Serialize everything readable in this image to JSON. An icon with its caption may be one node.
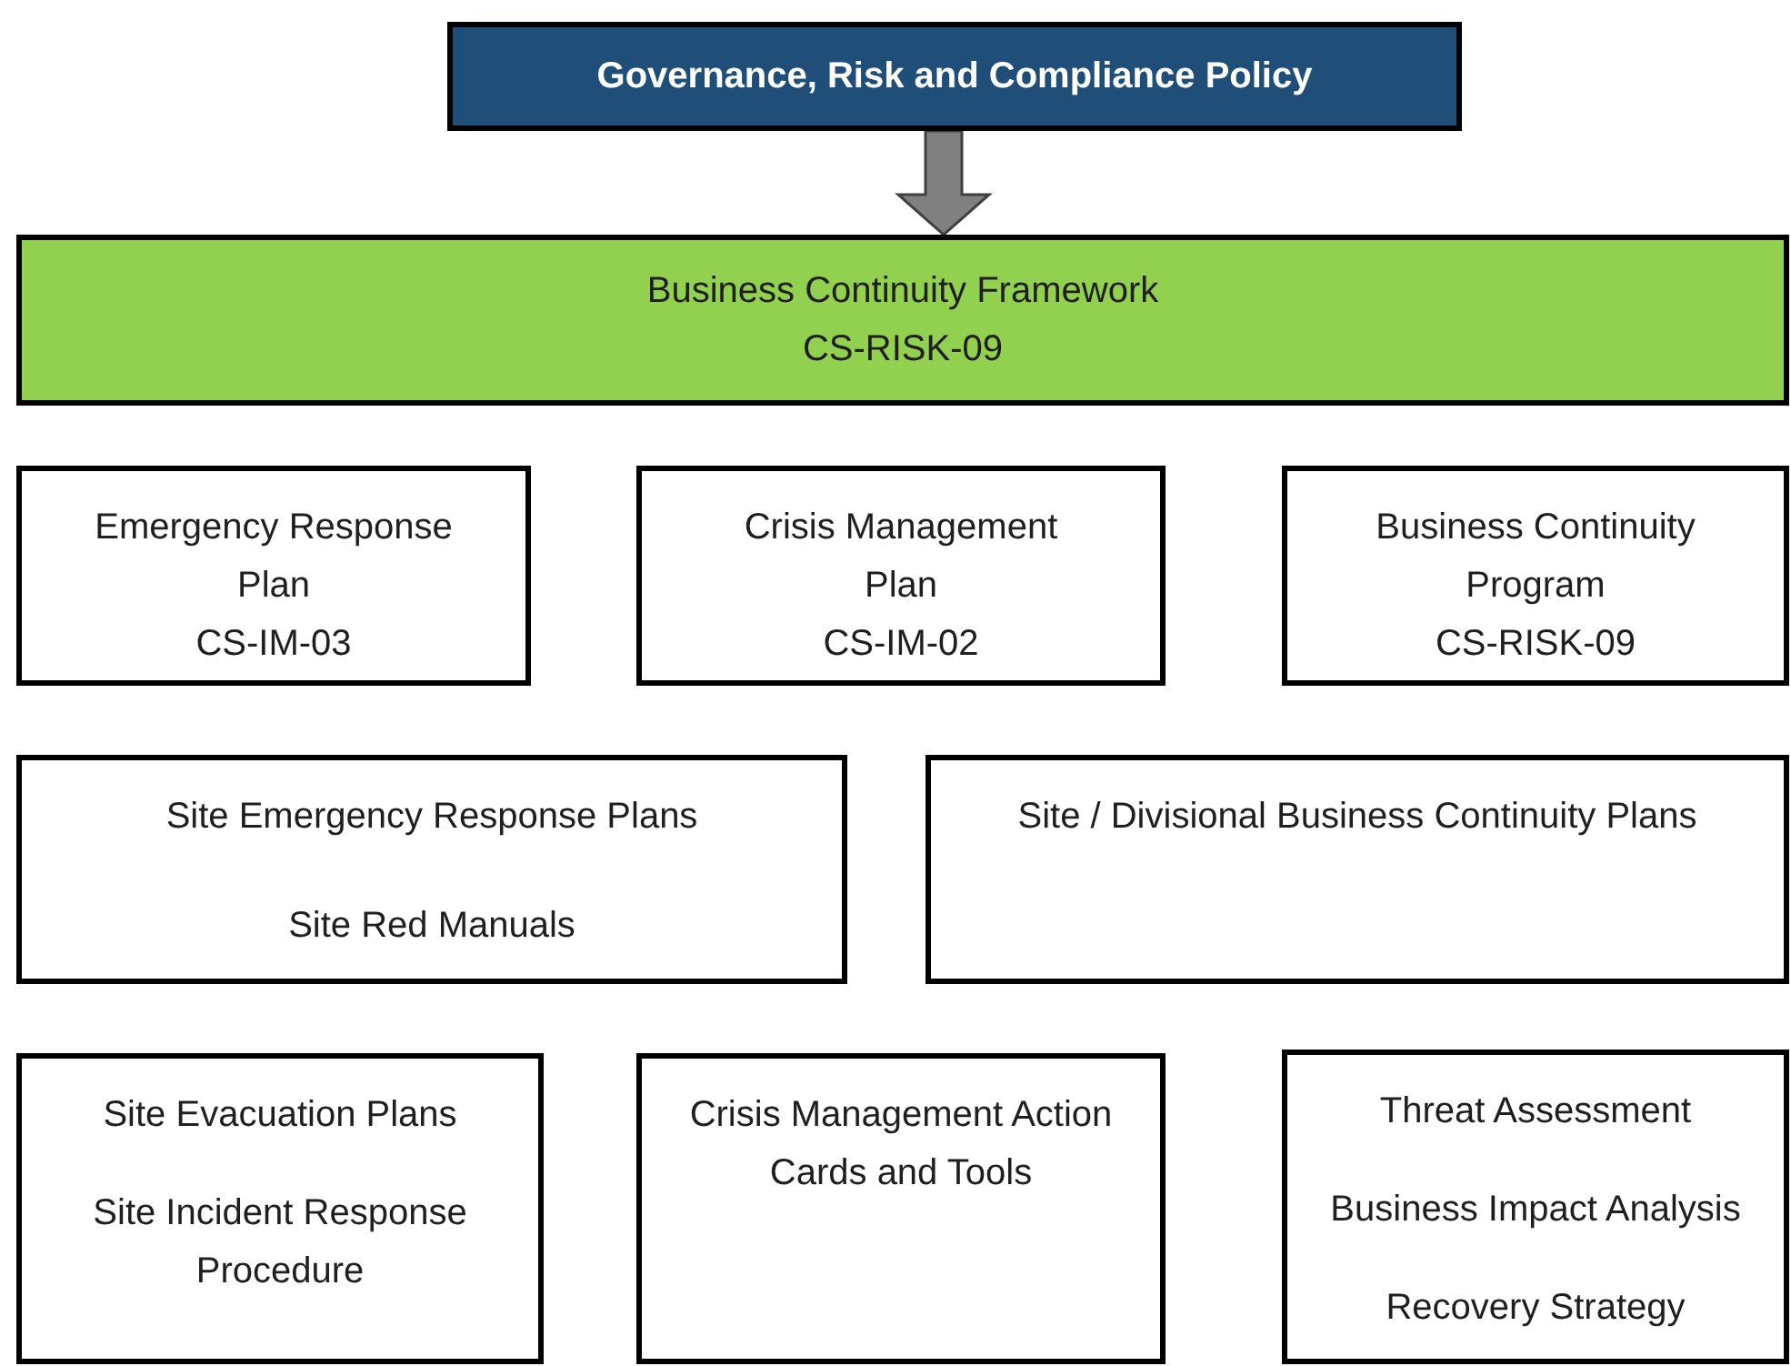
{
  "diagram": {
    "nodes": [
      {
        "text": [
          "Governance, Risk and Compliance Policy"
        ]
      },
      {
        "text": [
          "Business Continuity Framework",
          "CS-RISK-09"
        ]
      },
      {
        "text": [
          "Emergency Response Plan",
          "CS-IM-03"
        ]
      },
      {
        "text": [
          "Crisis Management Plan",
          "CS-IM-02"
        ]
      },
      {
        "text": [
          "Business Continuity Program",
          "CS-RISK-09"
        ]
      },
      {
        "text": [
          "Site Emergency Response Plans",
          "Site Red Manuals"
        ]
      },
      {
        "text": [
          "Site / Divisional Business Continuity Plans"
        ]
      },
      {
        "text": [
          "Site Evacuation Plans",
          "Site Incident Response Procedure"
        ]
      },
      {
        "text": [
          "Crisis Management Action Cards and Tools"
        ]
      },
      {
        "text": [
          "Threat Assessment",
          "Business Impact Analysis",
          "Recovery Strategy"
        ]
      }
    ],
    "edges": [
      {
        "from": 0,
        "to": 1,
        "arrow": "to",
        "style": "thick"
      }
    ]
  }
}
